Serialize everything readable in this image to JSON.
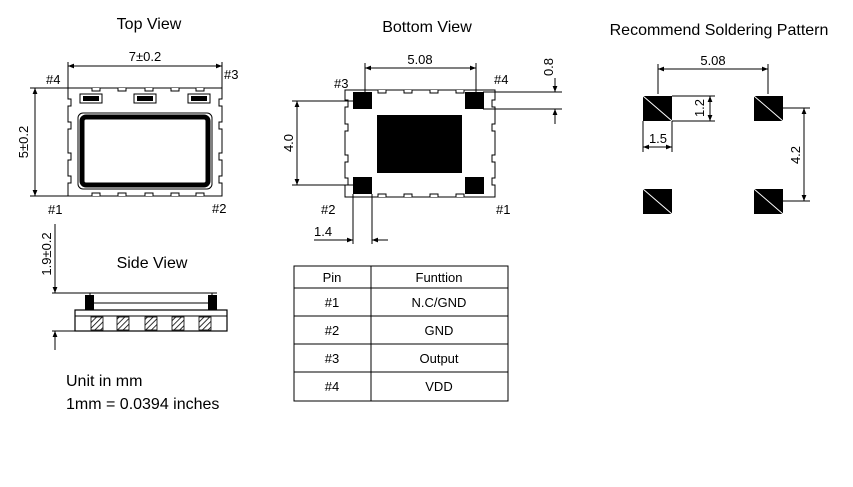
{
  "top_view": {
    "title": "Top View",
    "width_dim": "7±0.2",
    "height_dim": "5±0.2",
    "pins": {
      "p1": "#1",
      "p2": "#2",
      "p3": "#3",
      "p4": "#4"
    }
  },
  "bottom_view": {
    "title": "Bottom View",
    "pitch_dim": "5.08",
    "pad_height_dim": "0.8",
    "height_dim": "4.0",
    "pad_width_dim": "1.4",
    "pins": {
      "p1": "#1",
      "p2": "#2",
      "p3": "#3",
      "p4": "#4"
    }
  },
  "soldering": {
    "title": "Recommend Soldering Pattern",
    "pitch_dim": "5.08",
    "pad_height_dim": "1.2",
    "pad_width_dim": "1.5",
    "vertical_pitch_dim": "4.2"
  },
  "side_view": {
    "title": "Side View",
    "height_dim": "1.9±0.2"
  },
  "units": {
    "line1": "Unit in mm",
    "line2": "1mm = 0.0394 inches"
  },
  "pin_table": {
    "headers": [
      "Pin",
      "Funttion"
    ],
    "rows": [
      [
        "#1",
        "N.C/GND"
      ],
      [
        "#2",
        "GND"
      ],
      [
        "#3",
        "Output"
      ],
      [
        "#4",
        "VDD"
      ]
    ]
  }
}
